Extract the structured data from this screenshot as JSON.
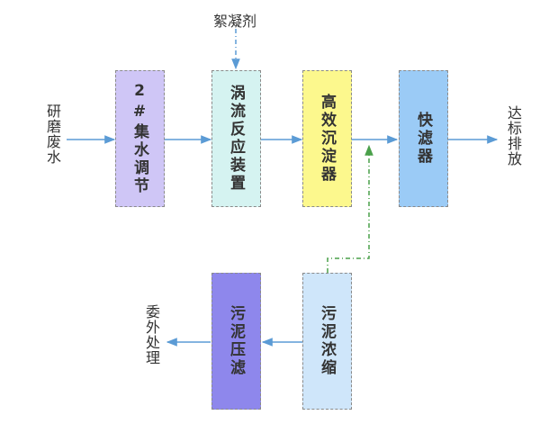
{
  "inputs": {
    "wastewater": "研磨废水",
    "flocculant": "絮凝剂"
  },
  "outputs": {
    "discharge": "达标排放",
    "outsourced": "委外处理"
  },
  "units": {
    "collection_tank": "2#集水调节",
    "vortex_reactor": "涡流反应装置",
    "sedimentation": "高效沉淀器",
    "fast_filter": "快滤器",
    "sludge_thickening": "污泥浓缩",
    "sludge_press": "污泥压滤"
  },
  "colors": {
    "collection_tank": "#cfc6f6",
    "vortex_reactor": "#d5f3f1",
    "sedimentation": "#fcf88d",
    "fast_filter": "#9bcbf6",
    "sludge_thickening": "#cfe6fa",
    "sludge_press": "#8e87ec",
    "flow_line": "#5b9bd5",
    "return_line": "#4aa04a"
  }
}
